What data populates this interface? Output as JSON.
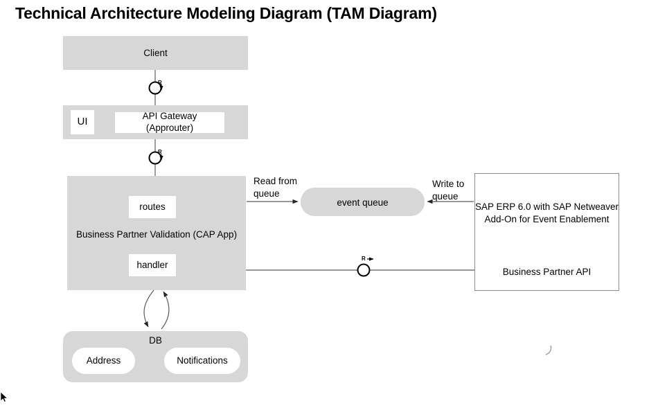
{
  "page": {
    "title": "Technical Architecture Modeling Diagram (TAM Diagram)",
    "background": "#ffffff",
    "block_fill": "#d7d7d7",
    "box_fill": "#ffffff",
    "line_color": "#595959",
    "border_color": "#8c8c8c"
  },
  "nodes": {
    "client": {
      "label": "Client"
    },
    "ui": {
      "label": "UI"
    },
    "api_gateway": {
      "label": "API Gateway\n(Approuter)"
    },
    "cap_app": {
      "label": "Business Partner Validation (CAP App)"
    },
    "routes": {
      "label": "routes"
    },
    "handler": {
      "label": "handler"
    },
    "event_queue": {
      "label": "event queue"
    },
    "sap_erp": {
      "label": "SAP ERP 6.0 with SAP Netweaver\nAdd-On for Event Enablement",
      "api_label": "Business Partner API"
    },
    "db": {
      "label": "DB",
      "stores": [
        {
          "label": "Address"
        },
        {
          "label": "Notifications"
        }
      ]
    }
  },
  "connectors": {
    "client_to_gateway": {
      "port": "R",
      "arrow": "down"
    },
    "gateway_to_cap": {
      "port": "R",
      "arrow": "down"
    },
    "handler_to_bp_api": {
      "port": "R",
      "arrow": "right"
    },
    "read_from_queue": {
      "label": "Read from\nqueue"
    },
    "write_to_queue": {
      "label": "Write to\nqueue"
    },
    "cap_to_db": {
      "label": ""
    }
  }
}
